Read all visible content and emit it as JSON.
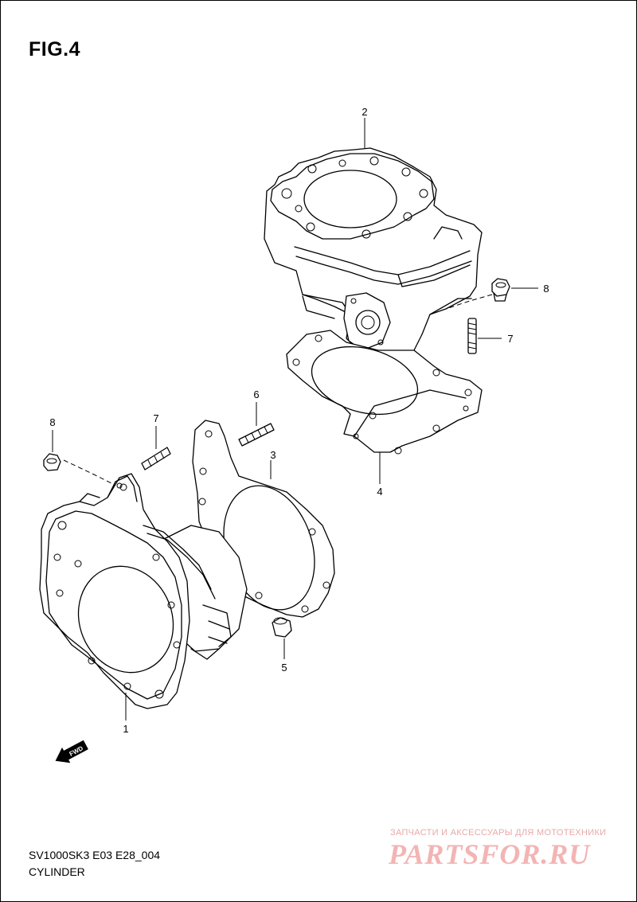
{
  "figure_label": "FIG.4",
  "callouts": {
    "c1": "1",
    "c2": "2",
    "c3": "3",
    "c4": "4",
    "c5": "5",
    "c6": "6",
    "c7_upper": "7",
    "c7_lower": "7",
    "c8_upper": "8",
    "c8_lower": "8"
  },
  "fwd_arrow_label": "FWD",
  "footer": {
    "model_code": "SV1000SK3 E03 E28_004",
    "section_title": "CYLINDER"
  },
  "watermark": {
    "caption": "ЗАПЧАСТИ И АКСЕССУАРЫ ДЛЯ МОТОТЕХНИКИ",
    "logo": "PARTSFOR.RU",
    "color": "#f3b4b4"
  }
}
